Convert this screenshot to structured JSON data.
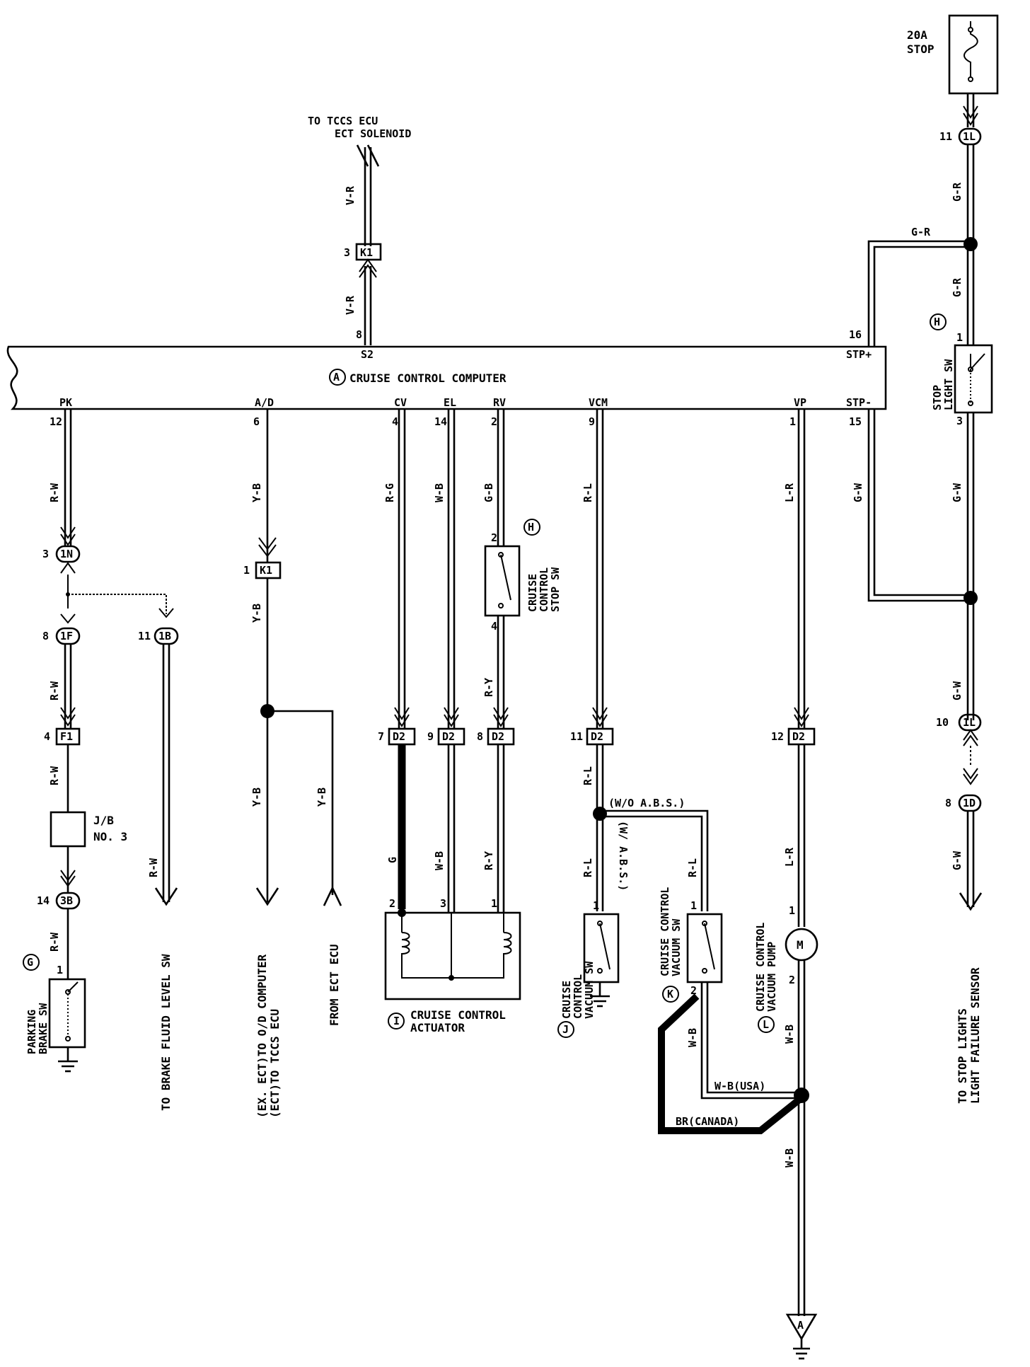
{
  "fuse": {
    "rating": "20A",
    "name": "STOP"
  },
  "top_dest": {
    "line1": "TO TCCS ECU",
    "line2": "ECT SOLENOID"
  },
  "computer": {
    "letter": "A",
    "name": "CRUISE CONTROL COMPUTER"
  },
  "terminals": {
    "s2": "S2",
    "stp_plus": "STP+",
    "stp_minus": "STP-",
    "pk": "PK",
    "ad": "A/D",
    "cv": "CV",
    "el": "EL",
    "rv": "RV",
    "vcm": "VCM",
    "vp": "VP"
  },
  "wire_colors": {
    "vr": "V-R",
    "gr": "G-R",
    "gw": "G-W",
    "rw": "R-W",
    "yb": "Y-B",
    "rg": "R-G",
    "wb": "W-B",
    "gb": "G-B",
    "ry": "R-Y",
    "rl": "R-L",
    "lr": "L-R",
    "g": "G"
  },
  "connectors": {
    "k1": "K1",
    "l1": "1L",
    "n1": "1N",
    "f1c": "1F",
    "b1": "1B",
    "f1": "F1",
    "b3": "3B",
    "d2": "D2",
    "d1": "1D"
  },
  "pins": {
    "p1": "1",
    "p2": "2",
    "p3": "3",
    "p4": "4",
    "p6": "6",
    "p7": "7",
    "p8": "8",
    "p9": "9",
    "p10": "10",
    "p11": "11",
    "p12": "12",
    "p14": "14",
    "p15": "15",
    "p16": "16"
  },
  "components": {
    "stop_light_sw": {
      "letter": "H",
      "l1": "STOP",
      "l2": "LIGHT SW"
    },
    "cc_stop_sw": {
      "letter": "H",
      "l1": "CRUISE",
      "l2": "CONTROL",
      "l3": "STOP SW"
    },
    "jb": {
      "l1": "J/B",
      "l2": "NO. 3"
    },
    "parking_brake_sw": {
      "letter": "G",
      "l1": "PARKING",
      "l2": "BRAKE SW"
    },
    "actuator": {
      "letter": "I",
      "l1": "CRUISE CONTROL",
      "l2": "ACTUATOR"
    },
    "vac_sw_j": {
      "letter": "J",
      "l1": "CRUISE",
      "l2": "CONTROL",
      "l3": "VACUUM SW"
    },
    "vac_sw_k": {
      "letter": "K",
      "l1": "CRUISE CONTROL",
      "l2": "VACUUM SW"
    },
    "vac_pump": {
      "letter": "L",
      "l1": "CRUISE CONTROL",
      "l2": "VACUUM PUMP",
      "motor": "M"
    }
  },
  "notes": {
    "wo_abs": "(W/O A.B.S.)",
    "w_abs": "(W/ A.B.S.)",
    "wb_usa": "W-B(USA)",
    "br_canada": "BR(CANADA)",
    "ground_a": "A"
  },
  "destinations": {
    "brake_fluid": "TO BRAKE FLUID LEVEL SW",
    "ex_ect_1": "(EX. ECT)TO O/D COMPUTER",
    "ex_ect_2": "(ECT)TO TCCS ECU",
    "from_ect": "FROM ECT ECU",
    "stop_lights_1": "TO STOP LIGHTS",
    "stop_lights_2": "LIGHT FAILURE SENSOR"
  }
}
